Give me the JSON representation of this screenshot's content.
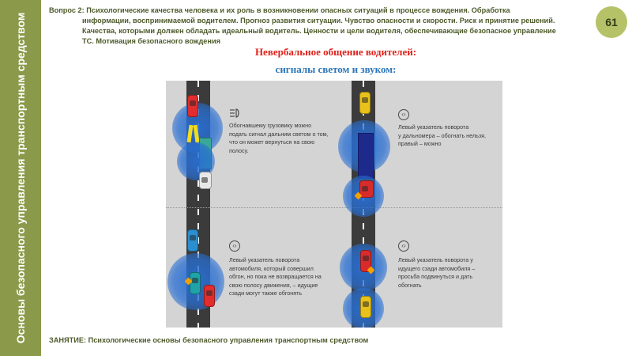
{
  "sidebar": {
    "title": "Основы безопасного управления транспортным средством"
  },
  "header": {
    "question_line1": "Вопрос 2: Психологические качества человека и их роль в возникновении опасных ситуаций в процессе вождения. Обработка",
    "question_line2": "информации, воспринимаемой водителем. Прогноз развития ситуации. Чувство опасности и скорости. Риск и принятие решений.",
    "question_line3": "Качества, которыми должен обладать идеальный водитель. Ценности и цели водителя, обеспечивающие безопасное управление",
    "question_line4": "ТС. Мотивация безопасного вождения",
    "page_number": "61"
  },
  "slide": {
    "title_line1": "Невербальное общение водителей:",
    "title_line2": "сигналы светом и звуком:"
  },
  "figure": {
    "panels": [
      {
        "text_line1": "Обогнавшему грузовику можно",
        "text_line2": "подать сигнал дальним светом о том,",
        "text_line3": "что он может вернуться на свою",
        "text_line4": "полосу."
      },
      {
        "text_line1": "Левый указатель поворота",
        "text_line2": "у дальномера – обогнать нельзя,",
        "text_line3": "правый – можно"
      },
      {
        "text_line1": "Левый указатель поворота",
        "text_line2": "автомобиля, который совершил",
        "text_line3": "обгон, но пока не возвращается на",
        "text_line4": "свою полосу движения, – идущие",
        "text_line5": "сзади могут также обгонять"
      },
      {
        "text_line1": "Левый указатель поворота у",
        "text_line2": "идущего сзади автомобиля –",
        "text_line3": "просьба подвинуться и дать",
        "text_line4": "обогнать"
      }
    ],
    "icons": {
      "headlight": "headlight-icon",
      "turn_signal": "turn-signal-icon"
    }
  },
  "footer": {
    "label": "ЗАНЯТИЕ: Психологические основы безопасного управления транспортным средством"
  },
  "colors": {
    "sidebar": "#8a9a4a",
    "badge": "#b6c268",
    "title_red": "#e0201a",
    "title_blue": "#2c76b8",
    "glow_blue": "#286ed2"
  }
}
